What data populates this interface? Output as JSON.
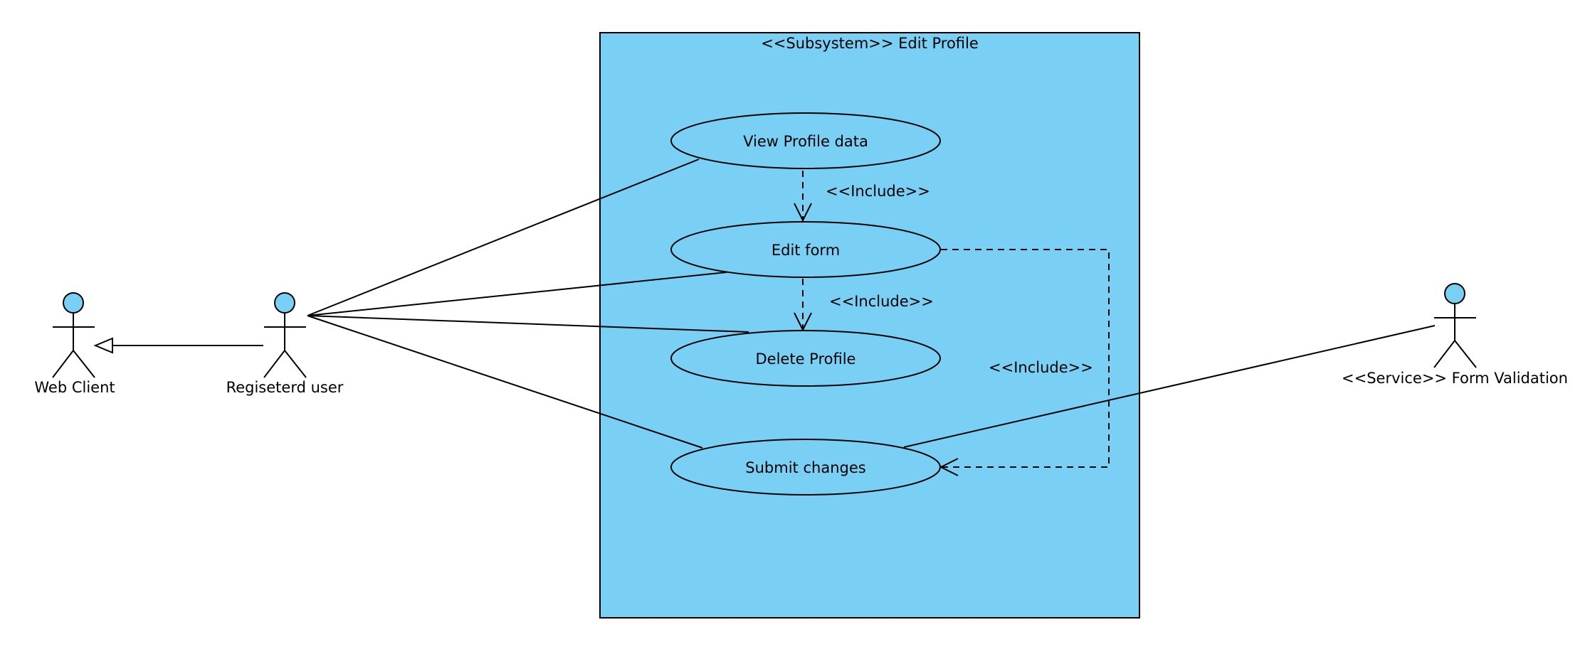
{
  "colors": {
    "fill": "#7acff4",
    "stroke": "#000000",
    "background": "#ffffff"
  },
  "subsystem": {
    "title": "<<Subsystem>> Edit Profile"
  },
  "actors": [
    {
      "id": "web-client",
      "label": "Web Client"
    },
    {
      "id": "registered-user",
      "label": "Regiseterd user"
    },
    {
      "id": "form-validation",
      "label": "<<Service>> Form Validation"
    }
  ],
  "use_cases": [
    {
      "id": "view-profile-data",
      "label": "View Profile data"
    },
    {
      "id": "edit-form",
      "label": "Edit form"
    },
    {
      "id": "delete-profile",
      "label": "Delete Profile"
    },
    {
      "id": "submit-changes",
      "label": "Submit changes"
    }
  ],
  "relations": [
    {
      "type": "generalization",
      "from": "registered-user",
      "to": "web-client"
    },
    {
      "type": "association",
      "from": "registered-user",
      "to": "view-profile-data"
    },
    {
      "type": "association",
      "from": "registered-user",
      "to": "edit-form"
    },
    {
      "type": "association",
      "from": "registered-user",
      "to": "delete-profile"
    },
    {
      "type": "association",
      "from": "registered-user",
      "to": "submit-changes"
    },
    {
      "type": "association",
      "from": "form-validation",
      "to": "submit-changes"
    },
    {
      "type": "include",
      "from": "view-profile-data",
      "to": "edit-form",
      "label": "<<Include>>"
    },
    {
      "type": "include",
      "from": "edit-form",
      "to": "delete-profile",
      "label": "<<Include>>"
    },
    {
      "type": "include",
      "from": "edit-form",
      "to": "submit-changes",
      "label": "<<Include>>"
    }
  ]
}
